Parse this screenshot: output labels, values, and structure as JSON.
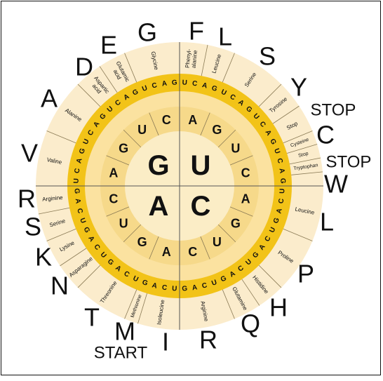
{
  "center": {
    "bases": [
      "G",
      "U",
      "A",
      "C"
    ]
  },
  "ring2": [
    "A",
    "G",
    "U",
    "C",
    "A",
    "G",
    "U",
    "C",
    "A",
    "G",
    "U",
    "C",
    "A",
    "G",
    "U",
    "C"
  ],
  "ring3": [
    "U",
    "C",
    "A",
    "G",
    "U",
    "C",
    "A",
    "G",
    "U",
    "C",
    "A",
    "G",
    "U",
    "C",
    "A",
    "G",
    "U",
    "C",
    "A",
    "G",
    "U",
    "C",
    "A",
    "G",
    "U",
    "C",
    "A",
    "G",
    "U",
    "C",
    "A",
    "G",
    "U",
    "C",
    "A",
    "G",
    "U",
    "C",
    "A",
    "G",
    "U",
    "C",
    "A",
    "G",
    "U",
    "C",
    "A",
    "G",
    "U",
    "C",
    "A",
    "G",
    "U",
    "C",
    "A",
    "G",
    "U",
    "C",
    "A",
    "G",
    "U",
    "C",
    "A",
    "G"
  ],
  "amino_acids": [
    {
      "name": "Phenyl-\nalanine",
      "letter": "F"
    },
    {
      "name": "Leucine",
      "letter": "L"
    },
    {
      "name": "Serine",
      "letter": "S"
    },
    {
      "name": "Tyrosine",
      "letter": "Y"
    },
    {
      "name": "Stop",
      "letter": "STOP"
    },
    {
      "name": "Cysteine",
      "letter": "C"
    },
    {
      "name": "Stop",
      "letter": "STOP"
    },
    {
      "name": "Tryptophan",
      "letter": "W"
    },
    {
      "name": "Leucine",
      "letter": "L"
    },
    {
      "name": "Proline",
      "letter": "P"
    },
    {
      "name": "Histidine",
      "letter": "H"
    },
    {
      "name": "Glutamine",
      "letter": "Q"
    },
    {
      "name": "Arginine",
      "letter": "R"
    },
    {
      "name": "Isoleucine",
      "letter": "I"
    },
    {
      "name": "Methionine",
      "letter": "M"
    },
    {
      "name": "Threonine",
      "letter": "T"
    },
    {
      "name": "Asparagine",
      "letter": "N"
    },
    {
      "name": "Lysine",
      "letter": "K"
    },
    {
      "name": "Serine",
      "letter": "S"
    },
    {
      "name": "Arginine",
      "letter": "R"
    },
    {
      "name": "Valine",
      "letter": "V"
    },
    {
      "name": "Alanine",
      "letter": "A"
    },
    {
      "name": "Aspartic\nacid",
      "letter": "D"
    },
    {
      "name": "Glutamic\nacid",
      "letter": "E"
    },
    {
      "name": "Glycine",
      "letter": "G"
    }
  ],
  "start_label": "START",
  "colors": {
    "outer_ring": "#fbeccc",
    "yellow_band": "#f2c318",
    "mid_ring": "#fbe2a0",
    "inner_ring": "#f6d98a",
    "center": "#fbedc6",
    "line": "#8a7a55",
    "text": "#111111"
  }
}
